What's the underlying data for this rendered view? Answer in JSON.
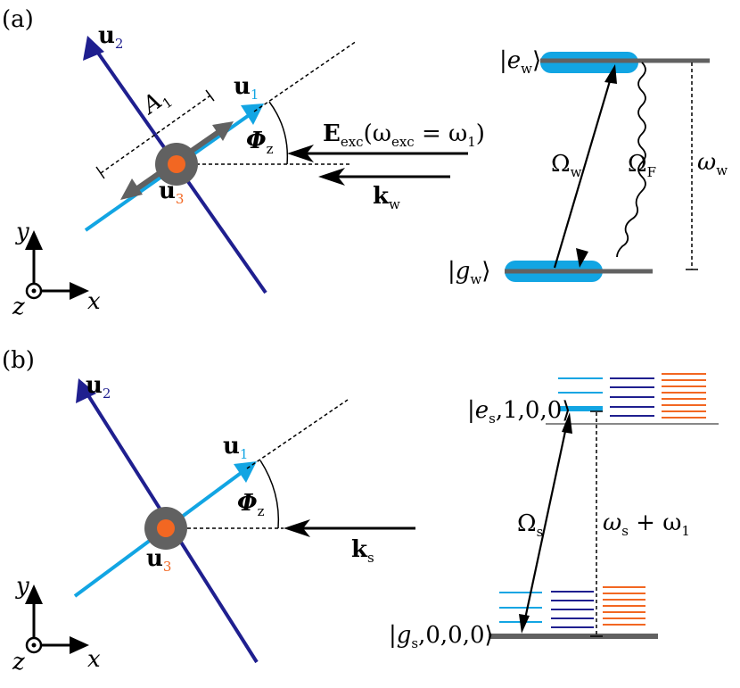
{
  "panels": [
    {
      "id": "a",
      "label": "(a)",
      "u1": "u",
      "u1_sub": "1",
      "u2": "u",
      "u2_sub": "2",
      "u3": "u",
      "u3_sub": "3",
      "amplitude": "A",
      "amplitude_sub": "1",
      "angle": "Φ",
      "angle_sub": "z",
      "field": "E",
      "field_sub": "exc",
      "field_arg": "(ω",
      "field_arg_sub": "exc",
      "field_arg_mid": " = ω",
      "field_arg_sub2": "1",
      "field_arg_end": ")",
      "wavevector": "k",
      "wavevector_sub": "w",
      "excited_state": "|e",
      "excited_state_sub": "w",
      "excited_state_end": "⟩",
      "ground_state": "|g",
      "ground_state_sub": "w",
      "ground_state_end": "⟩",
      "rabi": "Ω",
      "rabi_sub": "w",
      "fluor": "Ω",
      "fluor_sub": "F",
      "freq": "ω",
      "freq_sub": "w",
      "axis_x": "x",
      "axis_y": "y",
      "axis_z": "z"
    },
    {
      "id": "b",
      "label": "(b)",
      "u1": "u",
      "u1_sub": "1",
      "u2": "u",
      "u2_sub": "2",
      "u3": "u",
      "u3_sub": "3",
      "angle": "Φ",
      "angle_sub": "z",
      "wavevector": "k",
      "wavevector_sub": "s",
      "excited_state": "|e",
      "excited_state_sub": "s",
      "excited_state_end": ",1,0,0⟩",
      "ground_state": "|g",
      "ground_state_sub": "s",
      "ground_state_end": ",0,0,0⟩",
      "rabi": "Ω",
      "rabi_sub": "s",
      "freq": "ω",
      "freq_sub": "s",
      "freq_end": " + ω",
      "freq_sub2": "1",
      "axis_x": "x",
      "axis_y": "y",
      "axis_z": "z"
    }
  ],
  "colors": {
    "dark_blue": "#1f1f8f",
    "light_blue": "#12a5e3",
    "orange": "#f26722",
    "gray": "#616161",
    "black": "#000000"
  }
}
